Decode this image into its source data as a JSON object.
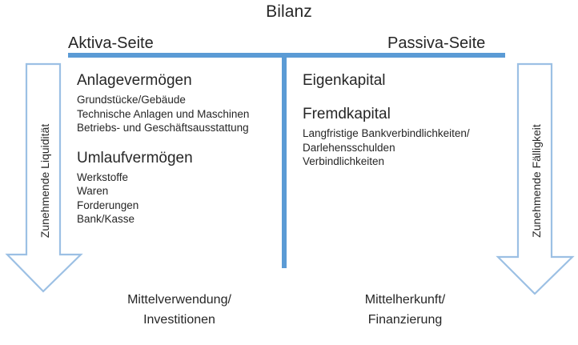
{
  "title": "Bilanz",
  "sides": {
    "left": {
      "heading": "Aktiva-Seite",
      "groups": [
        {
          "heading": "Anlagevermögen",
          "items": [
            "Grundstücke/Gebäude",
            "Technische Anlagen und Maschinen",
            "Betriebs- und Geschäftsausstattung"
          ]
        },
        {
          "heading": "Umlaufvermögen",
          "items": [
            "Werkstoffe",
            "Waren",
            "Forderungen",
            "Bank/Kasse"
          ]
        }
      ],
      "caption_line1": "Mittelverwendung/",
      "caption_line2": "Investitionen"
    },
    "right": {
      "heading": "Passiva-Seite",
      "groups": [
        {
          "heading": "Eigenkapital",
          "items": []
        },
        {
          "heading": "Fremdkapital",
          "items": [
            "Langfristige Bankverbindlichkeiten/",
            "Darlehensschulden",
            "Verbindlichkeiten"
          ]
        }
      ],
      "caption_line1": "Mittelherkunft/",
      "caption_line2": "Finanzierung"
    }
  },
  "arrows": {
    "left_label": "Zunehmende Liquidität",
    "right_label": "Zunehmende Fälligkeit"
  },
  "colors": {
    "rule_blue": "#5B9BD5",
    "arrow_stroke": "#9CC0E4",
    "text": "#262626"
  }
}
